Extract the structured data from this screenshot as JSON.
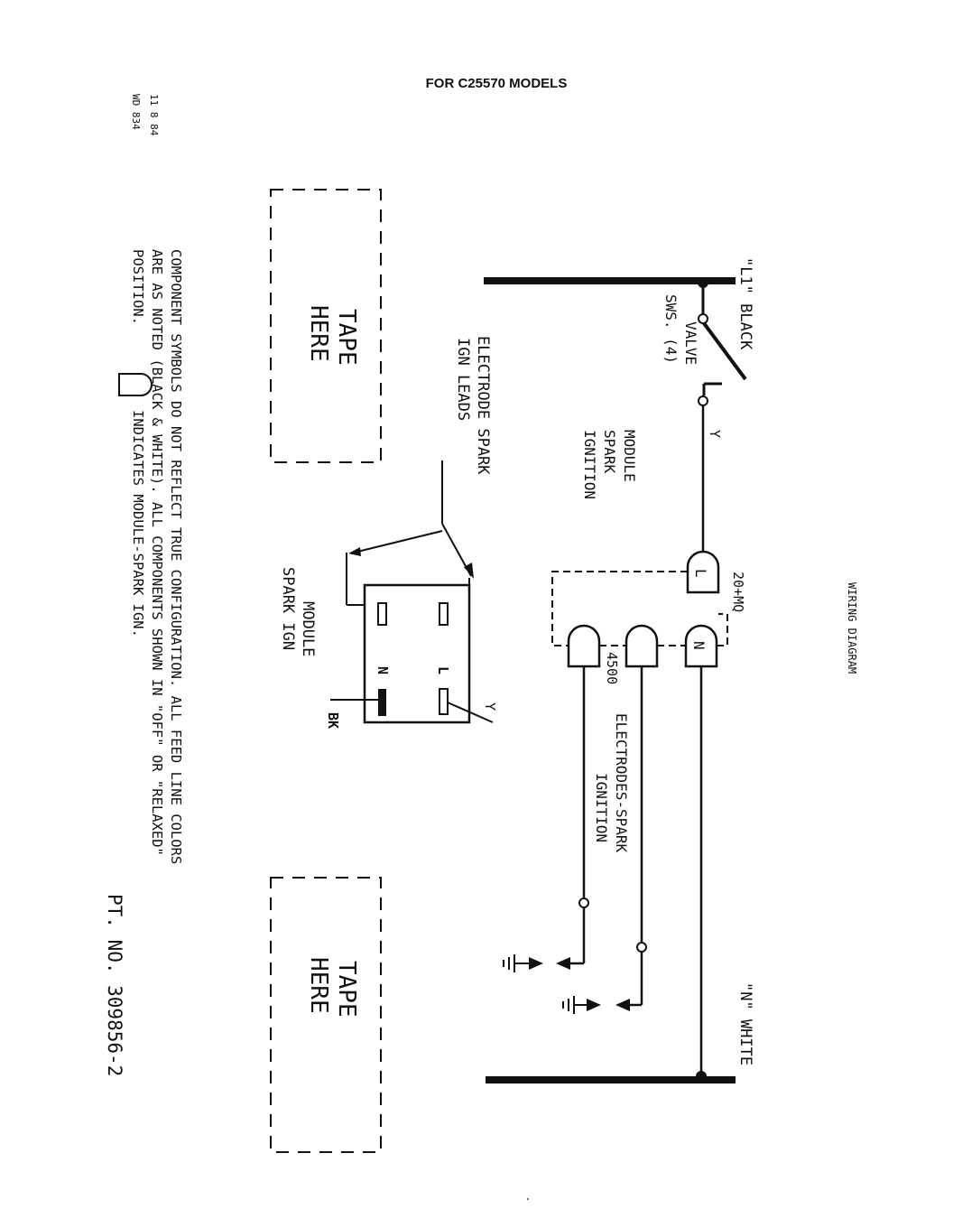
{
  "header": "FOR C25570 MODELS",
  "title": "WIRING DIAGRAM",
  "doc_code": {
    "date": "11 8 84",
    "number": "WD 834"
  },
  "lines": {
    "l1": "\"L1\" BLACK",
    "n": "\"N\" WHITE"
  },
  "valve_switch": {
    "line1": "VALVE",
    "line2": "SWS. (4)"
  },
  "wire_colors": {
    "y_top": "Y",
    "y_module": "Y",
    "bk": "BK"
  },
  "module_label": {
    "line1": "MODULE",
    "line2": "SPARK",
    "line3": "IGNITION"
  },
  "terminals": {
    "l": "L",
    "n": "N",
    "code": "20+MQ",
    "rating": "4500"
  },
  "electrodes": {
    "line1": "ELECTRODES-SPARK",
    "line2": "IGNITION"
  },
  "leads": {
    "line1": "ELECTRODE SPARK",
    "line2": "IGN LEADS"
  },
  "module_small": {
    "line1": "MODULE",
    "line2": "SPARK IGN",
    "l": "L",
    "n": "N"
  },
  "tape": {
    "line1": "TAPE",
    "line2": "HERE"
  },
  "notes": {
    "line1": "COMPONENT SYMBOLS DO NOT REFLECT TRUE CONFIGURATION.   ALL FEED LINE COLORS",
    "line2": "ARE AS NOTED  (BLACK & WHITE).   ALL COMPONENTS SHOWN IN \"OFF\" OR \"RELAXED\"",
    "line3a": "POSITION.",
    "line3b": "INDICATES  MODULE-SPARK IGN."
  },
  "part_number": "PT. NO. 309856-2"
}
